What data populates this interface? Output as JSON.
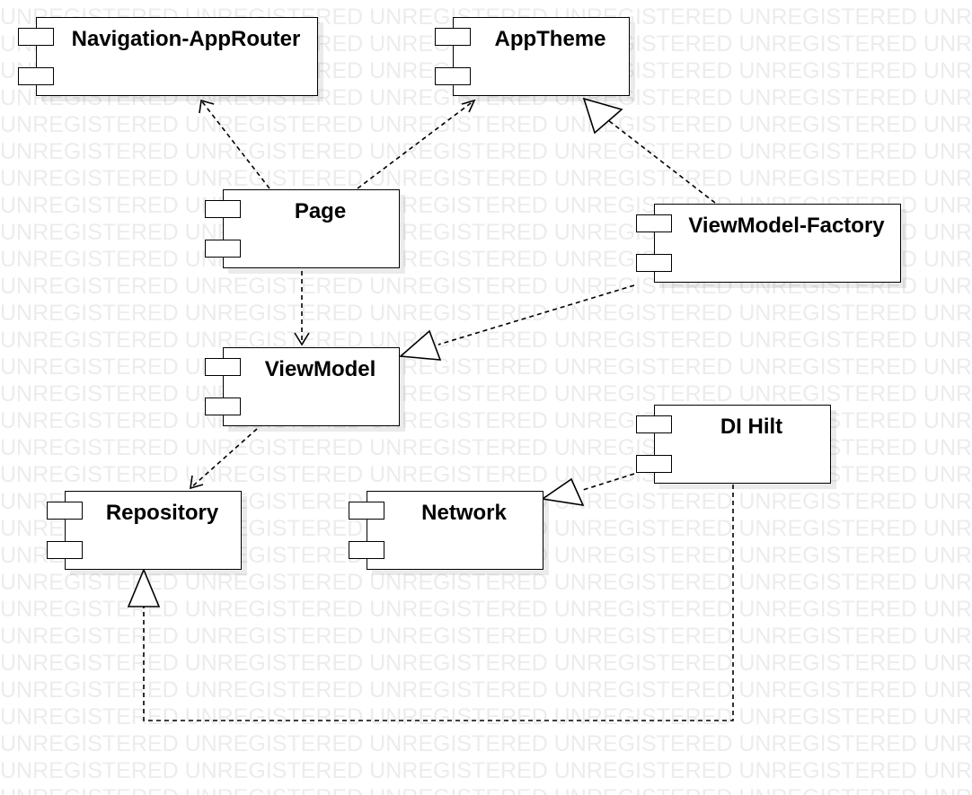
{
  "watermark_text": "UNREGISTERED",
  "components": {
    "nav_router": "Navigation-AppRouter",
    "app_theme": "AppTheme",
    "page": "Page",
    "viewmodel_factory": "ViewModel-Factory",
    "viewmodel": "ViewModel",
    "di_hilt": "DI Hilt",
    "repository": "Repository",
    "network": "Network"
  },
  "relations": [
    {
      "from": "Page",
      "to": "Navigation-AppRouter",
      "kind": "dependency"
    },
    {
      "from": "Page",
      "to": "AppTheme",
      "kind": "dependency"
    },
    {
      "from": "Page",
      "to": "ViewModel",
      "kind": "dependency"
    },
    {
      "from": "ViewModel-Factory",
      "to": "AppTheme",
      "kind": "realization"
    },
    {
      "from": "ViewModel-Factory",
      "to": "ViewModel",
      "kind": "realization"
    },
    {
      "from": "ViewModel",
      "to": "Repository",
      "kind": "dependency"
    },
    {
      "from": "DI Hilt",
      "to": "Network",
      "kind": "realization"
    },
    {
      "from": "DI Hilt",
      "to": "Repository",
      "kind": "realization"
    }
  ],
  "colors": {
    "line": "#000000",
    "box_fill": "#ffffff",
    "watermark": "#ececec"
  }
}
